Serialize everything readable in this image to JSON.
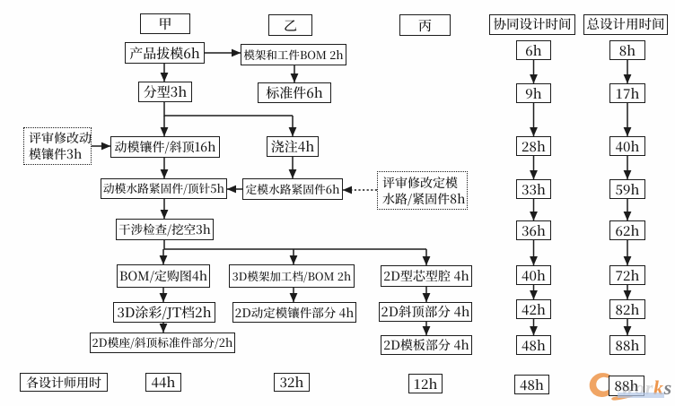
{
  "diagram": {
    "background": "#fefefe",
    "line_color": "#1c1c1c"
  },
  "boxes": {
    "jia": "甲",
    "yi": "乙",
    "bing": "丙",
    "chanpin_bamo": "产品拔模6h",
    "mojia_bom": "模架和工件BOM 2h",
    "fenxing": "分型3h",
    "biaozhunjian": "标准件6h",
    "dongmo_xiangjian": "动模镶件/斜顶16h",
    "jiaozhu": "浇注4h",
    "dongmo_shuilu": "动模水路紧固件/顶针5h",
    "dingmo_shuilu": "定模水路紧固件6h",
    "ganshe_jiancha": "干涉检查/挖空3h",
    "bom_dinggou": "BOM/定购图4h",
    "mojia_jiagong": "3D模架加工档/BOM 2h",
    "xingxin_xingqiang": "2D型芯型腔 4h",
    "tucai_jt": "3D涂彩/JT档2h",
    "dongding_xiangjian": "2D动定模镶件部分 4h",
    "xieding_bufen": "2D斜顶部分 4h",
    "mozuo_biaozhun": "2D模座/斜顶标准件部分/2h",
    "moban_bufen": "2D模板部分 4h"
  },
  "notes": {
    "review_dongmo": {
      "line1": "评审修改动",
      "line2": "模镶件3h"
    },
    "review_dingmo": {
      "line1": "评审修改定模",
      "line2": "水路/紧固件8h"
    }
  },
  "collab_column": {
    "title": "协同设计时间",
    "steps": [
      "6h",
      "9h",
      "28h",
      "33h",
      "36h",
      "40h",
      "42h",
      "48h"
    ],
    "total": "48h"
  },
  "total_column": {
    "title": "总设计用时间",
    "steps": [
      "8h",
      "17h",
      "40h",
      "59h",
      "62h",
      "72h",
      "82h",
      "88h"
    ],
    "total": "88h"
  },
  "bottom_row": {
    "label": "各设计师用时",
    "designer_totals": [
      "44h",
      "32h",
      "12h"
    ]
  },
  "watermark": {
    "part1": "wor",
    "part2": "k",
    "part3": "s",
    "orange": "#ed9143",
    "gray": "#85878d",
    "dark_gray": "#6a6c70",
    "bar_blue": "#b4c7e7"
  }
}
